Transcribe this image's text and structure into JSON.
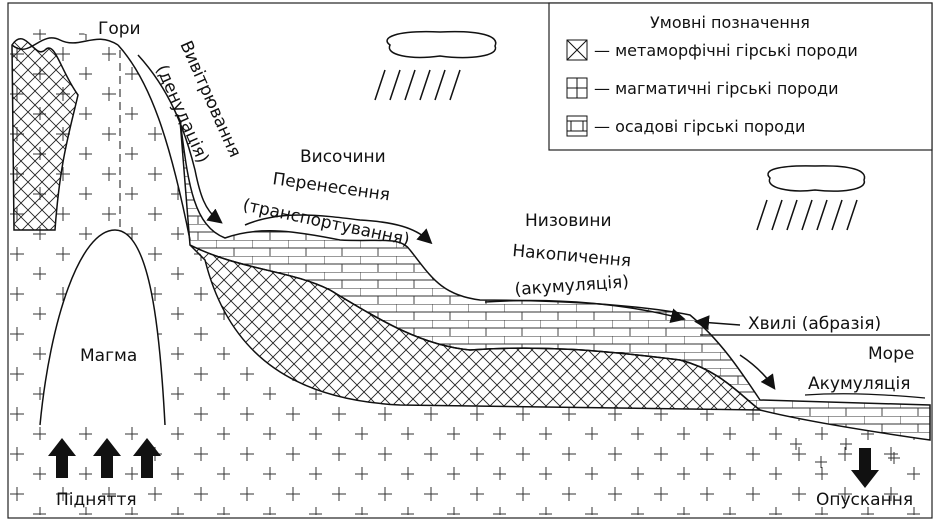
{
  "labels": {
    "mountains": "Гори",
    "weathering": "Вивітрювання",
    "denudation": "(денудація)",
    "uplands": "Височини",
    "transfer": "Перенесення",
    "transport": "(транспортування)",
    "lowlands": "Низовини",
    "accumulation_word": "Накопичення",
    "accumulation_paren": "(акумуляція)",
    "waves": "Хвилі (абразія)",
    "sea": "Море",
    "sea_accumulation": "Акумуляція",
    "magma": "Магма",
    "uplift": "Підняття",
    "subsidence": "Опускання"
  },
  "legend": {
    "title": "Умовні позначення",
    "items": [
      {
        "pattern": "metamorphic",
        "label": "— метаморфічні гірські породи"
      },
      {
        "pattern": "igneous",
        "label": "— магматичні гірські породи"
      },
      {
        "pattern": "sedimentary",
        "label": "— осадові гірські породи"
      }
    ]
  }
}
